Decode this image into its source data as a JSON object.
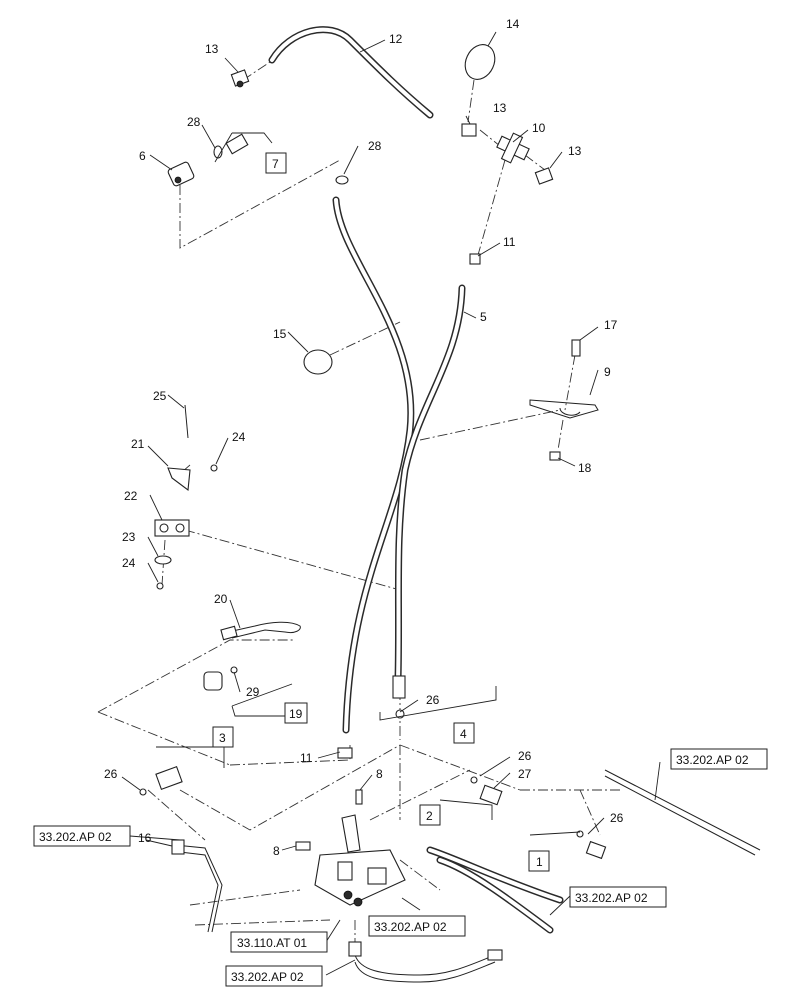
{
  "callouts": [
    {
      "text": "13"
    },
    {
      "text": "12"
    },
    {
      "text": "14"
    },
    {
      "text": "28"
    },
    {
      "text": "6"
    },
    {
      "text": "13"
    },
    {
      "text": "10"
    },
    {
      "text": "13"
    },
    {
      "text": "28"
    },
    {
      "text": "11"
    },
    {
      "text": "5"
    },
    {
      "text": "15"
    },
    {
      "text": "17"
    },
    {
      "text": "9"
    },
    {
      "text": "18"
    },
    {
      "text": "25"
    },
    {
      "text": "21"
    },
    {
      "text": "24"
    },
    {
      "text": "22"
    },
    {
      "text": "23"
    },
    {
      "text": "24"
    },
    {
      "text": "20"
    },
    {
      "text": "29"
    },
    {
      "text": "26"
    },
    {
      "text": "11"
    },
    {
      "text": "8"
    },
    {
      "text": "26"
    },
    {
      "text": "27"
    },
    {
      "text": "26"
    },
    {
      "text": "26"
    },
    {
      "text": "16"
    },
    {
      "text": "8"
    }
  ],
  "boxed_callouts": [
    {
      "text": "7"
    },
    {
      "text": "19"
    },
    {
      "text": "3"
    },
    {
      "text": "4"
    },
    {
      "text": "2"
    },
    {
      "text": "1"
    }
  ],
  "references": [
    {
      "text": "33.202.AP 02"
    },
    {
      "text": "33.202.AP 02"
    },
    {
      "text": "33.202.AP 02"
    },
    {
      "text": "33.110.AT 01"
    },
    {
      "text": "33.202.AP 02"
    },
    {
      "text": "33.202.AP 02"
    }
  ]
}
